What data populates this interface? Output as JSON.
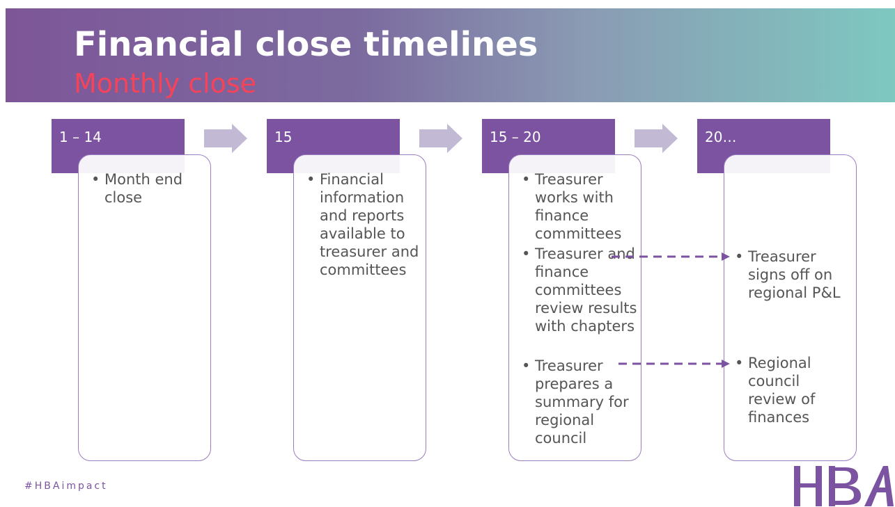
{
  "header": {
    "title": "Financial close timelines",
    "subtitle": "Monthly close"
  },
  "phases": [
    {
      "label": "1 – 14",
      "bullets": [
        "Month end close"
      ]
    },
    {
      "label": "15",
      "bullets": [
        "Financial information and reports available to treasurer and committees"
      ]
    },
    {
      "label": "15 – 20",
      "bullets": [
        "Treasurer works with finance committees",
        "Treasurer and finance committees review results with chapters",
        "Treasurer prepares a summary for regional council"
      ]
    },
    {
      "label": "20…",
      "bullets": [
        "Treasurer signs off on regional P&L",
        "Regional council review of finances"
      ]
    }
  ],
  "footer": {
    "hashtag": "#HBAimpact",
    "logo_text": "HBA"
  },
  "colors": {
    "accent_purple": "#7b53a1",
    "subtitle_red": "#f5445a",
    "arrow_lavender": "#c2b9d4",
    "text_gray": "#555555"
  }
}
